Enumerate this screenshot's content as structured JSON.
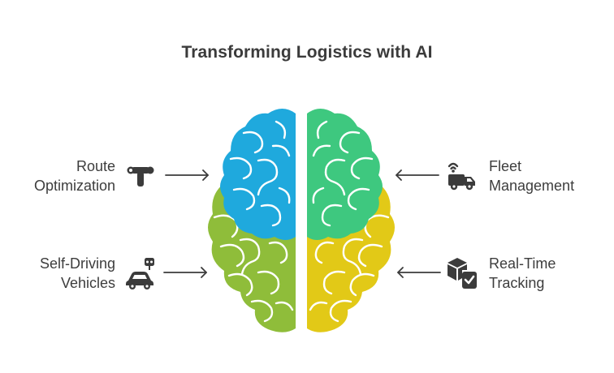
{
  "title": "Transforming Logistics with AI",
  "labels": {
    "route_optimization": [
      "Route",
      "Optimization"
    ],
    "self_driving_vehicles": [
      "Self-Driving",
      "Vehicles"
    ],
    "fleet_management": [
      "Fleet",
      "Management"
    ],
    "real_time_tracking": [
      "Real-Time",
      "Tracking"
    ]
  },
  "icons": {
    "route_optimization": "route-icon",
    "self_driving_vehicles": "autonomous-car-icon",
    "fleet_management": "connected-truck-icon",
    "real_time_tracking": "package-check-icon"
  },
  "colors": {
    "blue": "#1fa9dd",
    "green": "#3ec87f",
    "lime": "#8fbd3a",
    "yellow": "#e2c917",
    "text": "#3d3d3d",
    "icon": "#3b3b3b",
    "outline": "#ffffff"
  }
}
